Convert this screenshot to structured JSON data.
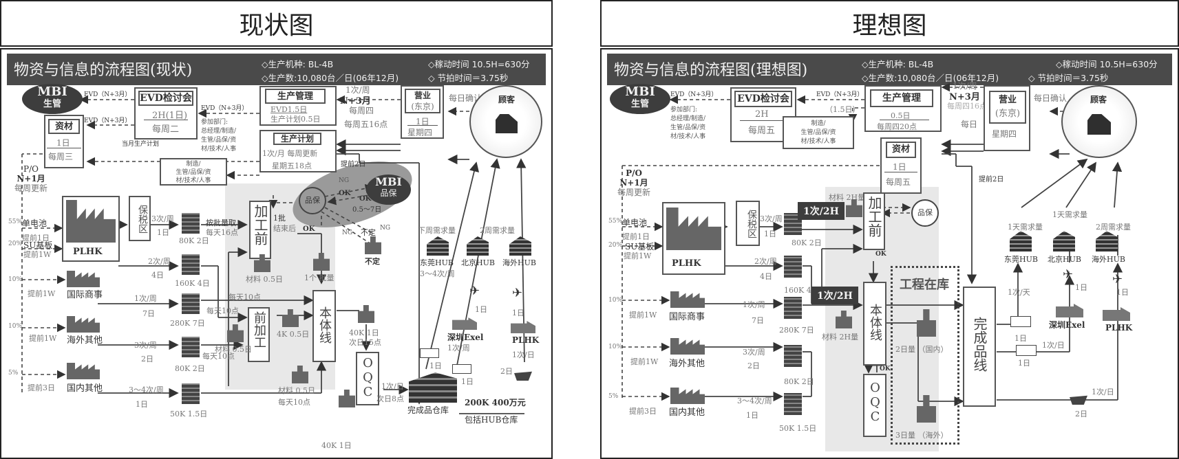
{
  "left": {
    "panel_title": "现状图",
    "header": {
      "title": "物资与信息的流程图(现状)",
      "model": "◇生产机种:   BL-4B",
      "run_time": "◇稼动时间 10.5H=630分",
      "output": "◇生产数:10,080台／日(06年12月)",
      "takt": "◇ 节拍时间＝3.75秒"
    },
    "mbi_scheduling": {
      "line1": "MBI",
      "line2": "生管"
    },
    "evd_labels": [
      "EVD（N+3月）",
      "EVD（N+3月）",
      "EVD（N+3月）"
    ],
    "evd_meeting": {
      "title": "EVD检讨会",
      "duration": "2H(1日)",
      "schedule": "每周二"
    },
    "participants": {
      "label": "参加部门:",
      "lines": [
        "总经理/制造/",
        "生管/品保/资",
        "材/技术/人事"
      ]
    },
    "materials": {
      "title": "资材",
      "duration": "1日",
      "schedule": "每周三"
    },
    "monthly_plan_label": "当月生产计划",
    "production_mgmt": {
      "title": "生产管理",
      "line1": "EVD1.5日",
      "line2": "生产计划0.5日"
    },
    "production_plan": {
      "title": "生产计划",
      "line1": "1次/月  每周更新",
      "line2": "星期五18点"
    },
    "dept_box": {
      "lines": [
        "制造/",
        "生管/品保/资",
        "材/技术/人事"
      ]
    },
    "sales": {
      "title": "营业",
      "subtitle": "(东京)",
      "duration": "1日",
      "schedule": "星期四"
    },
    "sales_labels": {
      "freq": "1次/周",
      "horizon": "N+3月",
      "day": "每周四",
      "time": "每周五16点"
    },
    "customer": {
      "label": "顾客",
      "confirm": "每日确认"
    },
    "advance_2d": "提前2日",
    "po": {
      "line1": "P/O",
      "line2": "N+1月",
      "line3": "每周更新"
    },
    "suppliers": [
      {
        "pct": "55%",
        "name": "单电池",
        "lead": "提前1日"
      },
      {
        "pct": "20%",
        "name": "SU基板",
        "lead": "提前1W"
      },
      {
        "pct": "10%",
        "name": "国际商事",
        "lead": "提前1W"
      },
      {
        "pct": "10%",
        "name": "海外其他",
        "lead": "提前1W"
      },
      {
        "pct": "5%",
        "name": "国内其他",
        "lead": "提前3日"
      }
    ],
    "plhk": "PLHK",
    "bonded": "保税区",
    "routes": [
      {
        "freq": "3次/周",
        "days": "1日",
        "stock": "80K  2日"
      },
      {
        "freq": "2次/周",
        "days": "4日",
        "stock": "160K  4日"
      },
      {
        "freq": "1次/周",
        "days": "7日",
        "stock": "280K  7日"
      },
      {
        "freq": "3次/周",
        "days": "2日",
        "stock": "80K  2日"
      },
      {
        "freq": "3～4次/周",
        "days": "1日",
        "stock": "50K  1.5日"
      }
    ],
    "pick_labels": {
      "batch": "按批量取",
      "daily16": "每天16点",
      "daily10a": "每天10点",
      "daily10b": "每天10点",
      "daily10c": "每天10点",
      "daily10d": "每天10点"
    },
    "pre_process": "加工前",
    "batch_end": {
      "line1": "1批",
      "line2": "结束后"
    },
    "qa": {
      "label": "品保",
      "ng1": "NG",
      "ok1": "OK",
      "ok2": "OK",
      "range": "0.5～7日",
      "ng2": "NG",
      "ng3": "NG",
      "unfixed1": "不定",
      "unfixed2": "不定",
      "ok3": "OK"
    },
    "mbi_qa": {
      "line1": "MBI",
      "line2": "品保"
    },
    "material_05_a": "材料 0.5日",
    "one_batch": "1个  批量",
    "pre_machining": "前加工",
    "material_05_b": "材料 0.5日",
    "wip_4k": "4K  0.5日",
    "main_line": "本体线",
    "material_05_c": "材料 0.5日",
    "after_main": {
      "line1": "40K  1日",
      "line2": "次日15点"
    },
    "oqc": "OQC",
    "oqc_stock": "40K  1日",
    "oqc_out": {
      "freq": "1次/日",
      "time": "次日8点"
    },
    "fg_warehouse": "完成品仓库",
    "fg_stock": {
      "line1": "200K  400万元",
      "line2": "包括HUB仓库"
    },
    "hubs": [
      {
        "name": "东莞HUB",
        "demand": "下周需求量"
      },
      {
        "name": "北京HUB",
        "demand": ""
      },
      {
        "name": "海外HUB",
        "demand": "2周需求量"
      }
    ],
    "dongguan_freq": "3～4次/周",
    "shenzhen": {
      "name": "深圳Exel",
      "freq": "1次/周"
    },
    "plhk_out": {
      "name": "PLHK",
      "freq": "1次/日"
    },
    "transit": {
      "truck1": "1日",
      "truck2": "1日",
      "plane1": "1日",
      "plane2": "1日",
      "ship": "2日"
    }
  },
  "right": {
    "panel_title": "理想图",
    "header": {
      "title": "物资与信息的流程图(理想图)",
      "model": "◇生产机种:   BL-4B",
      "run_time": "◇稼动时间 10.5H=630分",
      "output": "◇生产数:10,080台／日(06年12月)",
      "takt": "◇ 节拍时间＝3.75秒"
    },
    "mbi_scheduling": {
      "line1": "MBI",
      "line2": "生管"
    },
    "evd_labels": [
      "EVD（N+3月）",
      "EVD（N+3月）"
    ],
    "evd_sub": "（1.5日）",
    "participants": {
      "label": "参加部门:",
      "lines": [
        "总经理/制造/",
        "生管/品保/资",
        "材/技术/人事"
      ]
    },
    "evd_meeting": {
      "title": "EVD检讨会",
      "duration": "2H",
      "schedule": "每周五"
    },
    "dept_box": {
      "lines": [
        "制造/",
        "生管/品保/资",
        "材/技术/人事"
      ]
    },
    "production_mgmt": {
      "title": "生产管理",
      "line1": "0.5日",
      "line2": "每周四20点"
    },
    "materials": {
      "title": "资材",
      "duration": "1日",
      "schedule": "每周五"
    },
    "sales": {
      "title": "营业",
      "subtitle": "(东京)",
      "schedule": "星期四"
    },
    "sales_labels": {
      "freq": "1次/周",
      "horizon": "N+3月",
      "day": "每周四16点",
      "daily": "每日"
    },
    "customer": {
      "label": "顾客",
      "confirm": "每日确认"
    },
    "advance_2d": "提前2日",
    "po": {
      "line1": "P/O",
      "line2": "N+1月",
      "line3": "每周更新"
    },
    "suppliers": [
      {
        "pct": "55%",
        "name": "单电池",
        "lead": "提前1日"
      },
      {
        "pct": "20%",
        "name": "SU基板",
        "lead": "提前1W"
      },
      {
        "pct": "10%",
        "name": "国际商事",
        "lead": "提前1W"
      },
      {
        "pct": "10%",
        "name": "海外其他",
        "lead": "提前1W"
      },
      {
        "pct": "5%",
        "name": "国内其他",
        "lead": "提前3日"
      }
    ],
    "plhk": "PLHK",
    "bonded": "保税区",
    "routes": [
      {
        "freq": "3次/周",
        "days": "1日",
        "stock": "80K  2日"
      },
      {
        "freq": "2次/周",
        "days": "4日",
        "stock": "160K  4日"
      },
      {
        "freq": "1次/周",
        "days": "7日",
        "stock": "280K  7日"
      },
      {
        "freq": "3次/周",
        "days": "2日",
        "stock": "80K  2日"
      },
      {
        "freq": "3～4次/周",
        "days": "1日",
        "stock": "50K  1.5日"
      }
    ],
    "pickup_tag1": "1次/2H",
    "pickup_tag2": "1次/2H",
    "material_2h_a": "材料 2H量",
    "material_2h_b": "材料 2H量",
    "pre_process": "加工前",
    "qa": "品保",
    "ok1": "OK",
    "ok2": "OK",
    "main_line": "本体线",
    "oqc": "OQC",
    "wip_title": "工程在库",
    "wip_domestic": "2日量 （国内）",
    "wip_overseas": "3日量 （海外）",
    "fg_line": "完成品线",
    "hubs": [
      {
        "name": "东莞HUB",
        "demand": "1天需求量"
      },
      {
        "name": "北京HUB",
        "demand": "1天需求量"
      },
      {
        "name": "海外HUB",
        "demand": "2周需求量"
      }
    ],
    "dongguan": {
      "freq": "1次/天",
      "days": "1日"
    },
    "shenzhen": {
      "name": "深圳Exel",
      "freq": "1次/日",
      "days": "1日"
    },
    "plhk_out": {
      "name": "PLHK",
      "freq": "1次/日",
      "ship_days": "2日"
    },
    "transit": {
      "plane1": "1日",
      "plane2": "1日"
    }
  },
  "colors": {
    "header_bg": "#4a4a4a",
    "dark_node": "#3d3d3d",
    "gray_zone": "#e8e8e8",
    "qa_zone": "#9a9a9a",
    "line": "#444444",
    "label": "#777777"
  }
}
